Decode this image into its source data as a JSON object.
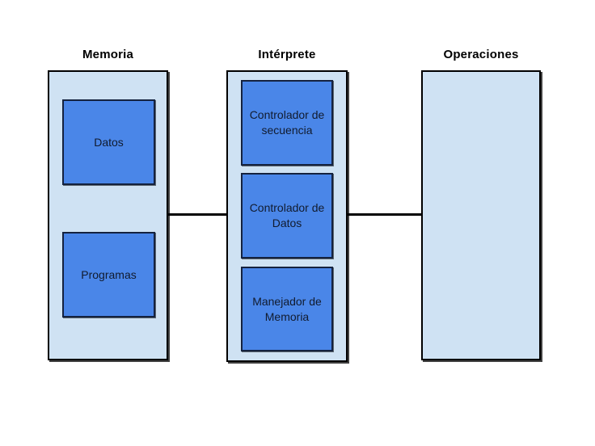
{
  "diagram": {
    "columns": [
      {
        "title": "Memoria",
        "boxes": [
          "Datos",
          "Programas"
        ]
      },
      {
        "title": "Intérprete",
        "boxes": [
          "Controlador de secuencia",
          "Controlador de Datos",
          "Manejador de Memoria"
        ]
      },
      {
        "title": "Operaciones",
        "boxes": []
      }
    ],
    "connectors": [
      {
        "from": "Memoria",
        "to": "Intérprete"
      },
      {
        "from": "Intérprete",
        "to": "Operaciones"
      }
    ],
    "colors": {
      "background": "#ffffff",
      "container_fill": "#cfe2f3",
      "container_border": "#000000",
      "box_fill": "#4a86e8",
      "box_border": "#14223f",
      "box_text": "#111b2e",
      "title_text": "#000000",
      "connector": "#000000"
    }
  }
}
